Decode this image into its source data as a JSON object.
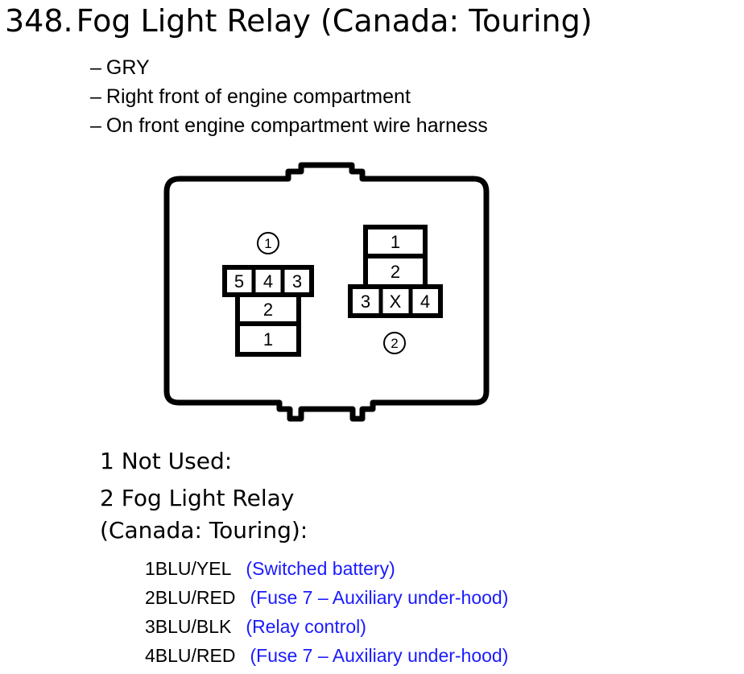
{
  "title": {
    "number": "348.",
    "text": "Fog Light Relay (Canada: Touring)"
  },
  "bullets": [
    {
      "dash": "–",
      "text": "GRY"
    },
    {
      "dash": "–",
      "text": "Right front of engine compartment"
    },
    {
      "dash": "–",
      "text": "On front engine compartment wire harness"
    }
  ],
  "connectors": {
    "left": {
      "label": "1",
      "top_row": [
        "5",
        "4",
        "3"
      ],
      "middle": "2",
      "bottom": "1"
    },
    "right": {
      "label": "2",
      "top": "1",
      "middle": "2",
      "bottom_row": [
        "3",
        "X",
        "4"
      ]
    }
  },
  "sections": {
    "not_used": "1 Not Used:",
    "relay_line1": "2 Fog Light Relay",
    "relay_line2": "(Canada: Touring):"
  },
  "pins": [
    {
      "code": "1BLU/YEL",
      "desc": "(Switched battery)"
    },
    {
      "code": "2BLU/RED",
      "desc": "(Fuse 7 – Auxiliary under-hood)"
    },
    {
      "code": "3BLU/BLK",
      "desc": "(Relay control)"
    },
    {
      "code": "4BLU/RED",
      "desc": "(Fuse 7 – Auxiliary under-hood)"
    }
  ],
  "colors": {
    "text": "#000000",
    "description": "#1a1aff"
  }
}
